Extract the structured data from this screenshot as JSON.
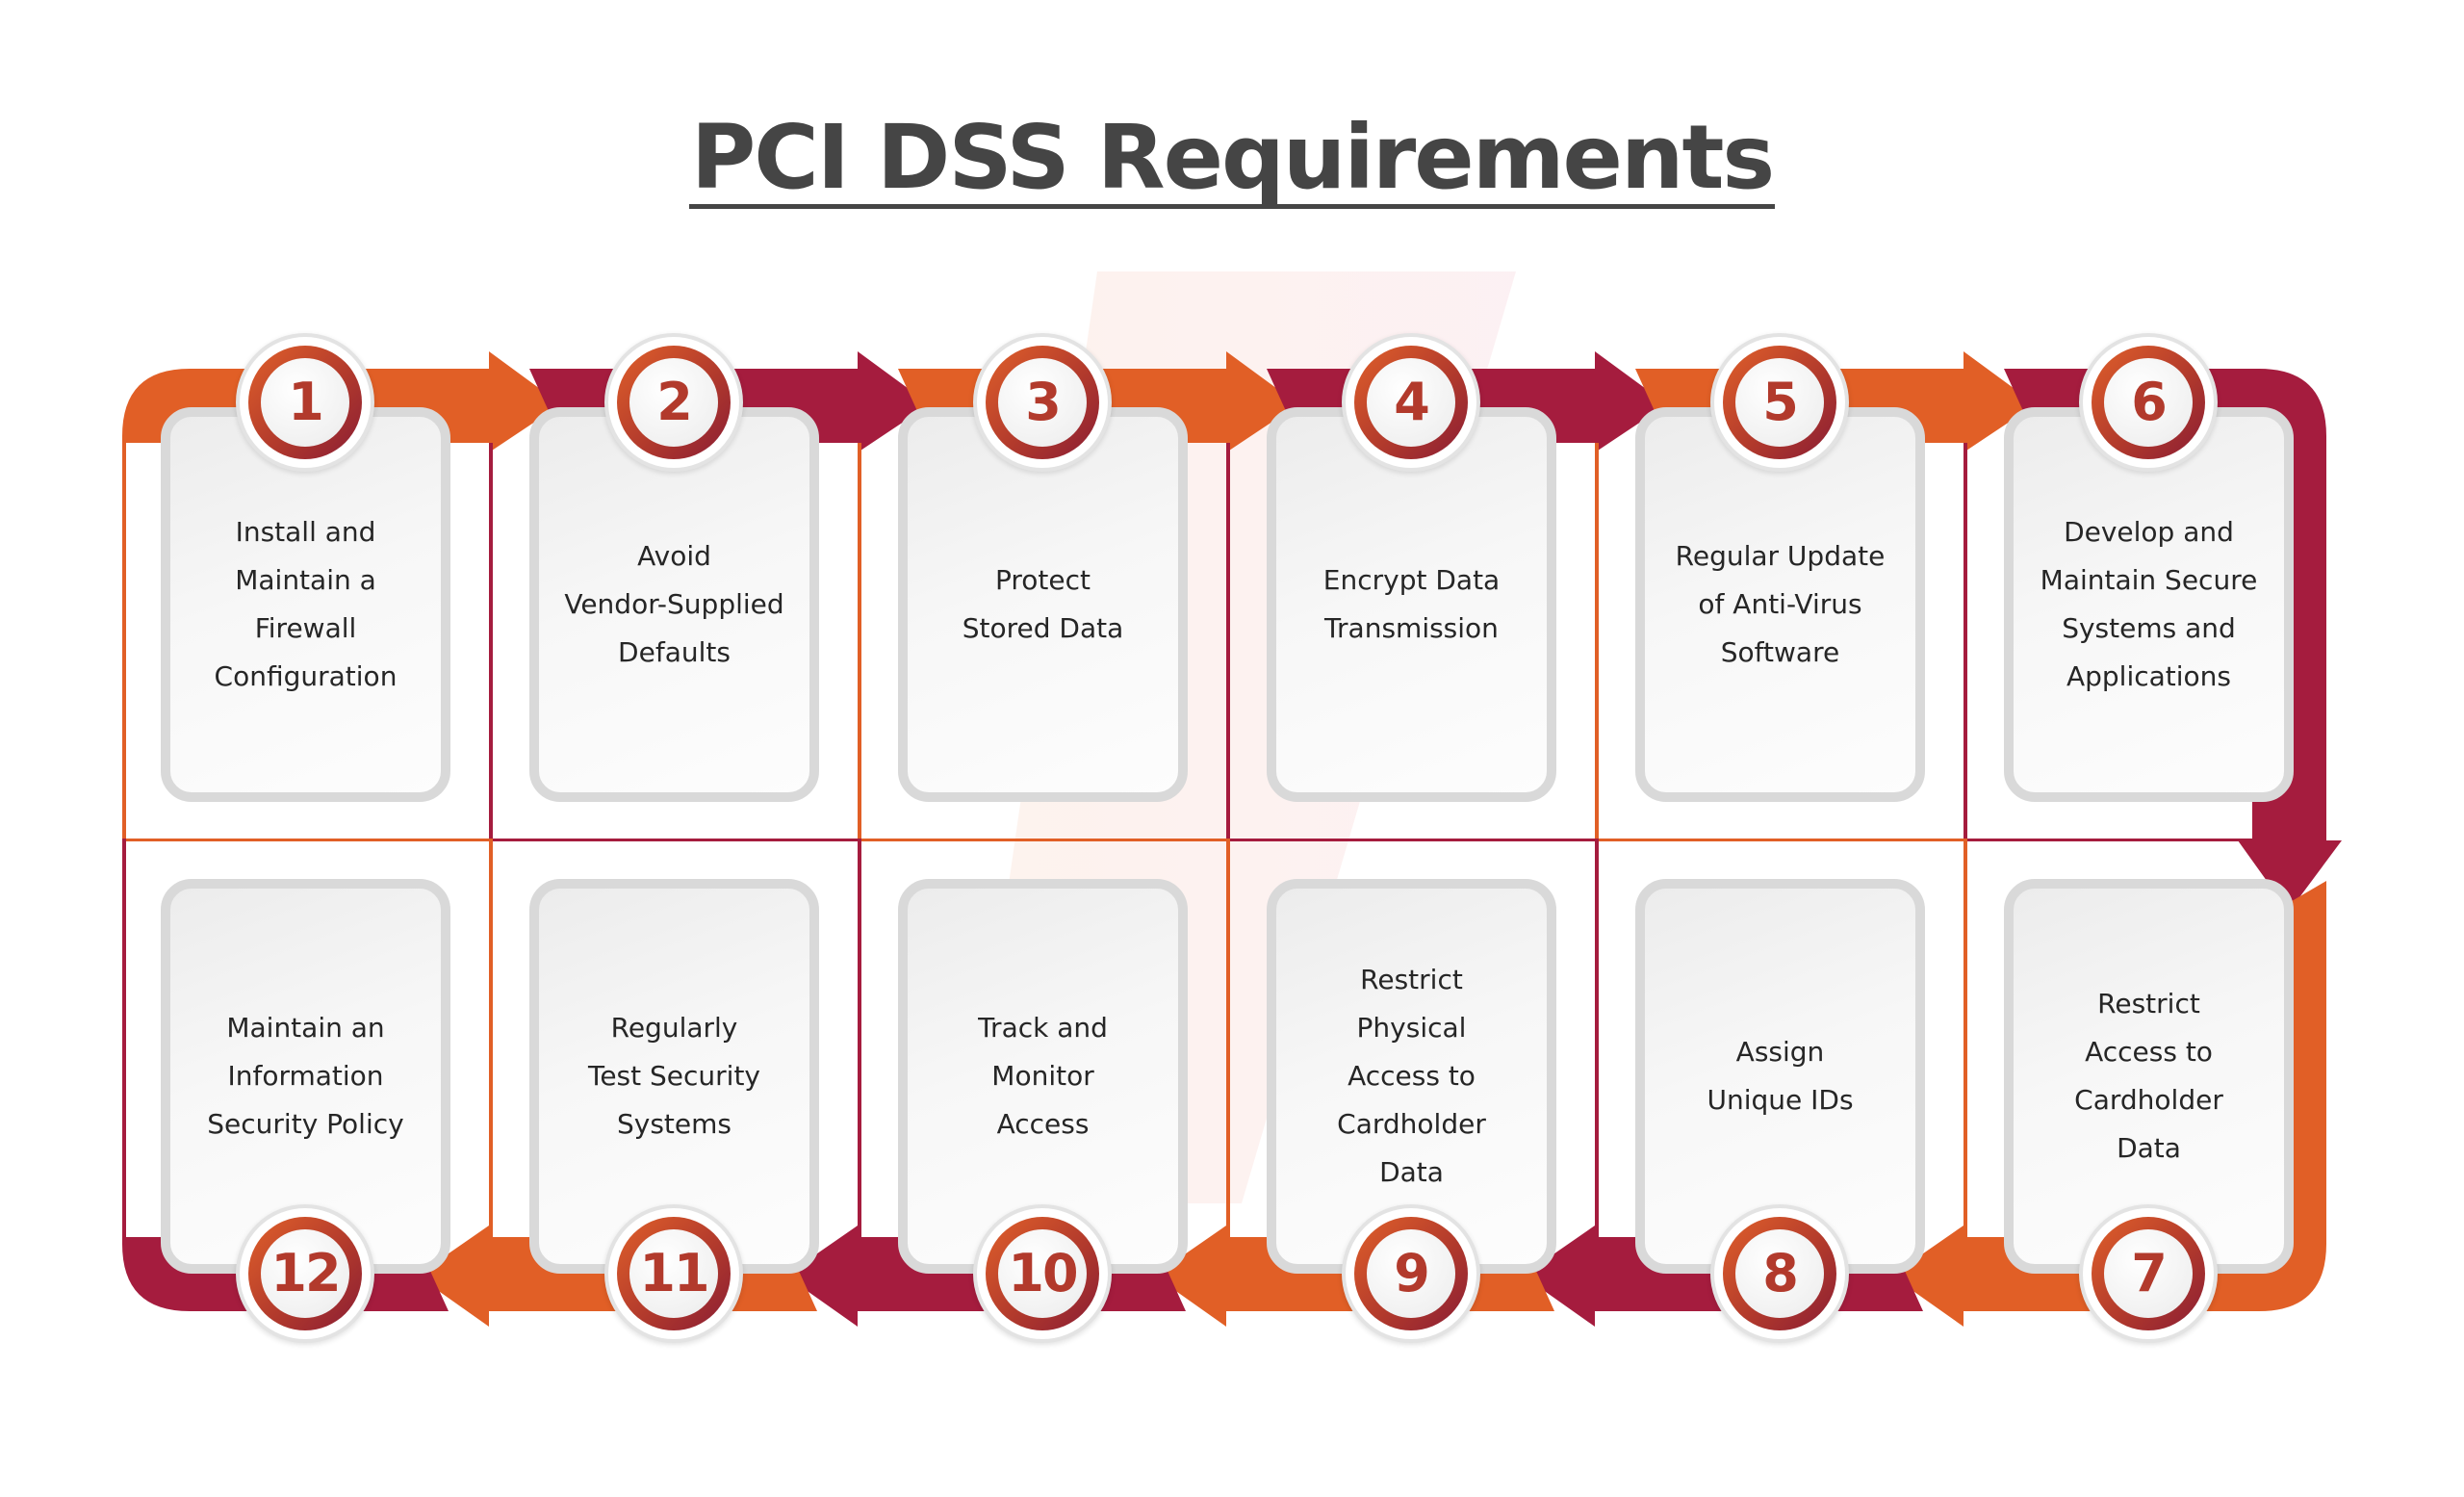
{
  "title": "PCI DSS Requirements",
  "colors": {
    "orange": "#E15F26",
    "crimson": "#A51C3E",
    "title_text": "#454545",
    "card_text": "#262626",
    "card_border": "#D9D9D9"
  },
  "requirements": [
    {
      "number": "1",
      "label": "Install and\nMaintain a\nFirewall\nConfiguration",
      "band_color": "orange"
    },
    {
      "number": "2",
      "label": "Avoid\nVendor-Supplied\nDefaults",
      "band_color": "crimson"
    },
    {
      "number": "3",
      "label": "Protect\nStored Data",
      "band_color": "orange"
    },
    {
      "number": "4",
      "label": "Encrypt Data\nTransmission",
      "band_color": "crimson"
    },
    {
      "number": "5",
      "label": "Regular Update\nof Anti-Virus\nSoftware",
      "band_color": "orange"
    },
    {
      "number": "6",
      "label": "Develop and\nMaintain Secure\nSystems and\nApplications",
      "band_color": "crimson"
    },
    {
      "number": "7",
      "label": "Restrict\nAccess to\nCardholder\nData",
      "band_color": "orange"
    },
    {
      "number": "8",
      "label": "Assign\nUnique IDs",
      "band_color": "crimson"
    },
    {
      "number": "9",
      "label": "Restrict\nPhysical\nAccess to\nCardholder\nData",
      "band_color": "orange"
    },
    {
      "number": "10",
      "label": "Track and\nMonitor\nAccess",
      "band_color": "crimson"
    },
    {
      "number": "11",
      "label": "Regularly\nTest Security\nSystems",
      "band_color": "orange"
    },
    {
      "number": "12",
      "label": "Maintain an\nInformation\nSecurity Policy",
      "band_color": "crimson"
    }
  ],
  "flow": {
    "top_row_direction": "left-to-right",
    "bottom_row_direction": "right-to-left",
    "turn": "down-right"
  }
}
